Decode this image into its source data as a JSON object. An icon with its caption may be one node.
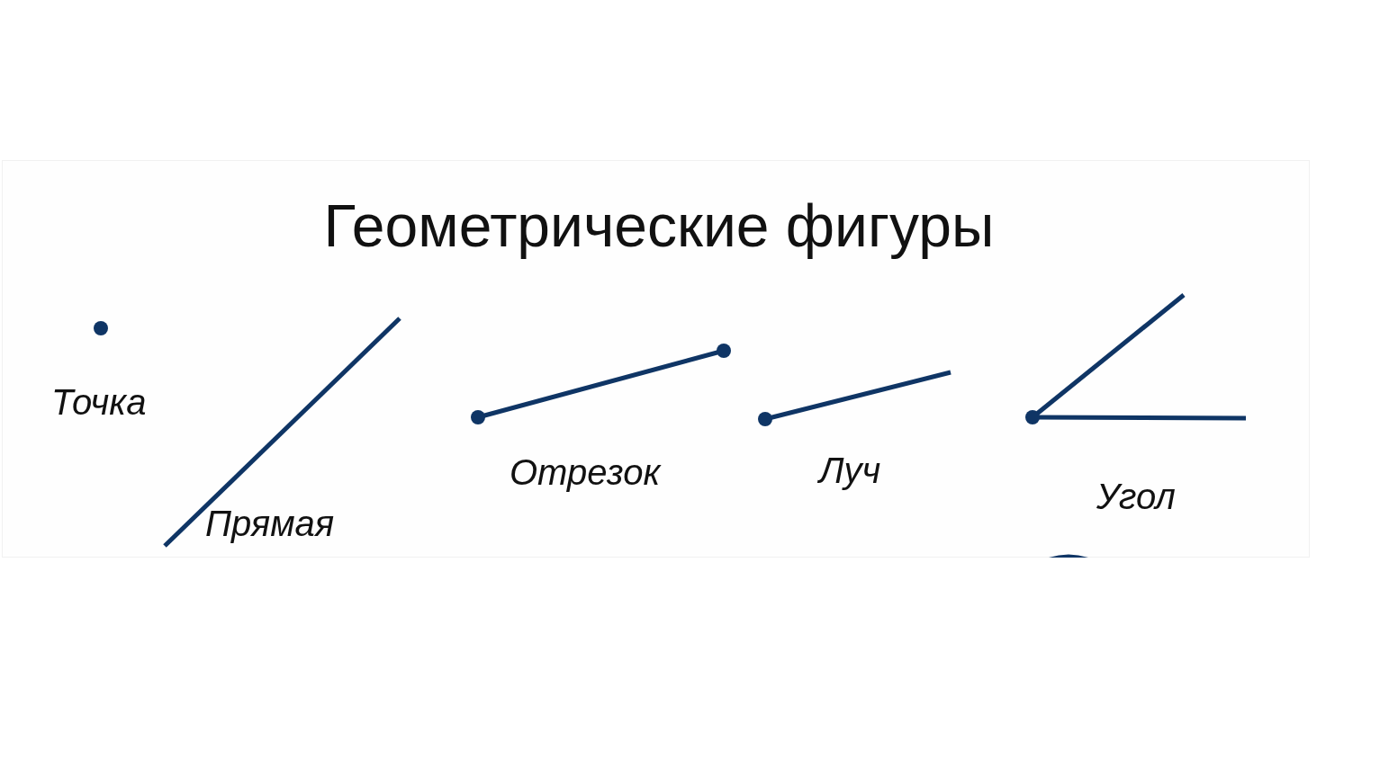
{
  "diagram": {
    "title": "Геометрические фигуры",
    "labels": [
      "Точка",
      "Прямая",
      "Отрезок",
      "Луч",
      "Угол"
    ]
  }
}
